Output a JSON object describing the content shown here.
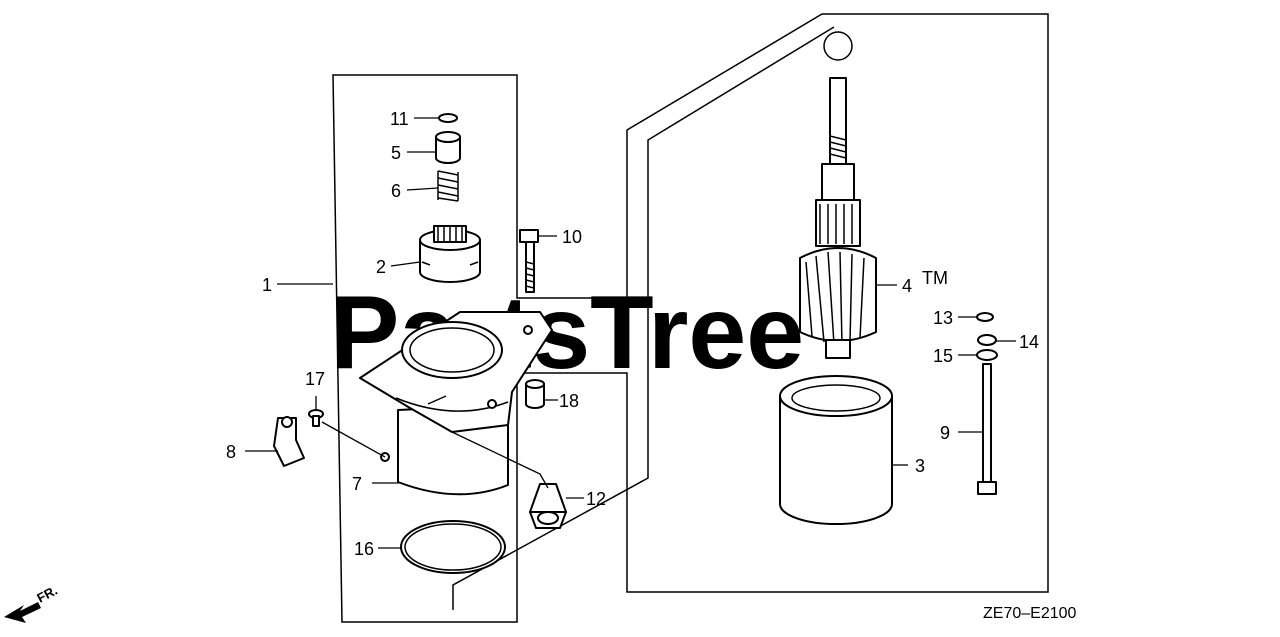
{
  "diagram": {
    "callouts": [
      "1",
      "2",
      "3",
      "4",
      "5",
      "6",
      "7",
      "8",
      "9",
      "10",
      "11",
      "12",
      "13",
      "14",
      "15",
      "16",
      "17",
      "18"
    ],
    "watermark": "PartsTree",
    "trademark": "TM",
    "direction_label": "FR.",
    "diagram_code": "ZE70–E2100",
    "parts": [
      {
        "id": "1",
        "icon": "starter-assembly-icon"
      },
      {
        "id": "2",
        "icon": "pinion-gear-icon"
      },
      {
        "id": "3",
        "icon": "yoke-housing-icon"
      },
      {
        "id": "4",
        "icon": "armature-icon"
      },
      {
        "id": "5",
        "icon": "stop-collar-icon"
      },
      {
        "id": "6",
        "icon": "spring-icon"
      },
      {
        "id": "7",
        "icon": "starter-bracket-icon"
      },
      {
        "id": "8",
        "icon": "terminal-cover-icon"
      },
      {
        "id": "9",
        "icon": "through-bolt-icon"
      },
      {
        "id": "10",
        "icon": "flange-bolt-icon"
      },
      {
        "id": "11",
        "icon": "snap-ring-icon"
      },
      {
        "id": "12",
        "icon": "brush-holder-icon"
      },
      {
        "id": "13",
        "icon": "washer-icon"
      },
      {
        "id": "14",
        "icon": "washer-icon"
      },
      {
        "id": "15",
        "icon": "washer-icon"
      },
      {
        "id": "16",
        "icon": "o-ring-icon"
      },
      {
        "id": "17",
        "icon": "screw-icon"
      },
      {
        "id": "18",
        "icon": "bushing-icon"
      }
    ]
  }
}
